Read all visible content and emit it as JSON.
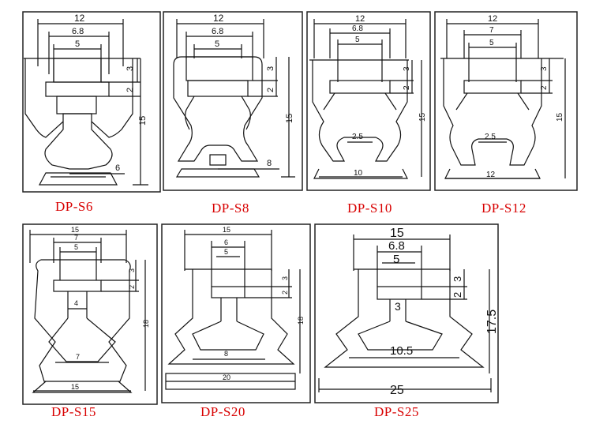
{
  "colors": {
    "caption": "#d80000",
    "line": "#111111",
    "frame": "#222222"
  },
  "panels": [
    {
      "id": "s6",
      "caption": "DP-S6",
      "dims": {
        "top": "12",
        "mid": "6.8",
        "inner": "5",
        "h1": "3",
        "h2": "2",
        "total": "15",
        "bottom": "6"
      }
    },
    {
      "id": "s8",
      "caption": "DP-S8",
      "dims": {
        "top": "12",
        "mid": "6.8",
        "inner": "5",
        "h1": "3",
        "h2": "2",
        "total": "15",
        "bottom": "8"
      }
    },
    {
      "id": "s10",
      "caption": "DP-S10",
      "dims": {
        "top": "12",
        "mid": "6.8",
        "inner": "5",
        "h1": "3",
        "h2": "2",
        "total": "15",
        "neck": "2.5",
        "bottom": "10"
      }
    },
    {
      "id": "s12",
      "caption": "DP-S12",
      "dims": {
        "top": "12",
        "mid": "7",
        "inner": "5",
        "h1": "3",
        "h2": "2",
        "total": "15",
        "neck": "2.5",
        "bottom": "12"
      }
    },
    {
      "id": "s15",
      "caption": "DP-S15",
      "dims": {
        "top": "15",
        "mid": "7",
        "inner": "5",
        "h1": "3",
        "h2": "2",
        "total": "18",
        "neck": "4",
        "waist": "7",
        "bottom": "15"
      }
    },
    {
      "id": "s20",
      "caption": "DP-S20",
      "dims": {
        "top": "15",
        "mid": "6",
        "inner": "5",
        "h1": "3",
        "h2": "2",
        "total": "18",
        "waist": "8",
        "bottom": "20"
      }
    },
    {
      "id": "s25",
      "caption": "DP-S25",
      "dims": {
        "top": "15",
        "mid": "6.8",
        "inner": "5",
        "h1": "3",
        "h2": "2",
        "total": "17.5",
        "neck": "3",
        "waist": "10.5",
        "bottom": "25"
      }
    }
  ]
}
